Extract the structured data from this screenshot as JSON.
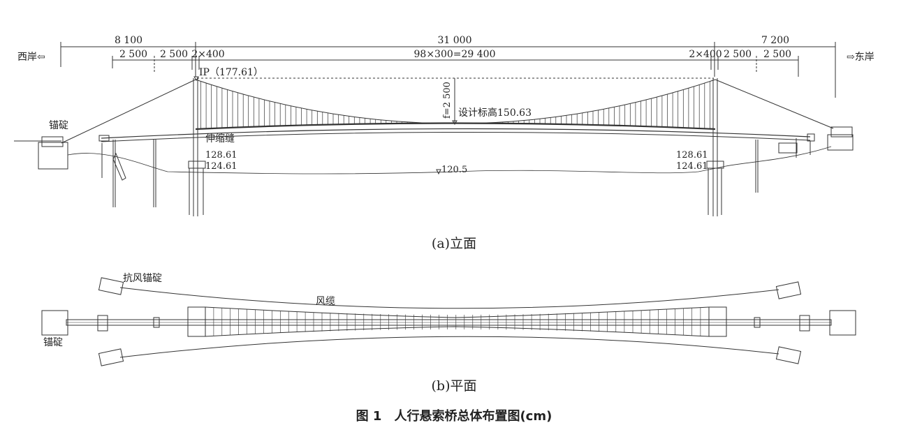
{
  "dimensions": {
    "west_span": "8 100",
    "main_span": "31 000",
    "east_span": "7 200",
    "west_sub1": "2 500",
    "west_sub2": "2 500",
    "west_sub3": "2×400",
    "main_sub": "98×300=29 400",
    "east_sub1": "2×400",
    "east_sub2": "2 500",
    "east_sub3": "2 500"
  },
  "labels": {
    "west_bank": "西岸⇦",
    "east_bank": "⇨东岸",
    "ip": "IP（177.61）",
    "sag": "f=2 500",
    "design_elev": "设计标高150.63",
    "expansion_joint": "伸缩缝",
    "anchor_elev": "锚碇",
    "w_top": "128.61",
    "w_bot": "124.61",
    "e_top": "128.61",
    "e_bot": "124.61",
    "water": "120.5",
    "wind_anchor": "抗风锚碇",
    "wind_cable": "风缆",
    "anchor_plan": "锚碇"
  },
  "captions": {
    "elevation": "(a)立面",
    "plan": "(b)平面",
    "figure": "图 1　人行悬索桥总体布置图(cm)"
  },
  "colors": {
    "line": "#333333",
    "text": "#222222"
  }
}
